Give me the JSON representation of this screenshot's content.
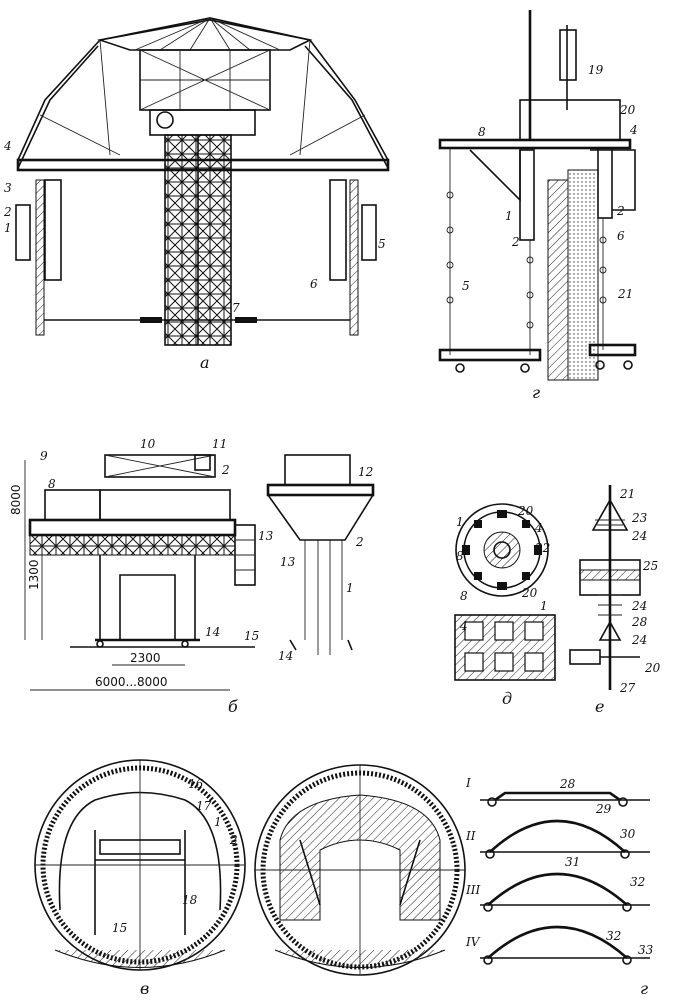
{
  "captions": {
    "a": "а",
    "b": "б",
    "v": "в",
    "g": "г",
    "d": "д",
    "e": "е",
    "z": "г"
  },
  "labels_a": [
    "1",
    "2",
    "3",
    "4",
    "5",
    "6",
    "7"
  ],
  "labels_g": [
    "19",
    "20",
    "8",
    "4",
    "1",
    "2",
    "6",
    "5",
    "21",
    "2"
  ],
  "labels_b": [
    "9",
    "10",
    "11",
    "2",
    "8",
    "13",
    "14",
    "15",
    "12",
    "2",
    "13",
    "1",
    "14"
  ],
  "dims_b": {
    "height": "8000",
    "mid": "1300",
    "inner": "2300",
    "outer": "6000...8000"
  },
  "labels_d": [
    "20",
    "4",
    "22",
    "1",
    "8",
    "20",
    "1",
    "8",
    "4"
  ],
  "labels_e": [
    "21",
    "23",
    "24",
    "25",
    "24",
    "28",
    "24",
    "20",
    "27"
  ],
  "labels_v": [
    "16",
    "17",
    "1",
    "2",
    "18",
    "15"
  ],
  "stages_z": [
    "I",
    "II",
    "III",
    "IV"
  ],
  "labels_z": [
    "28",
    "29",
    "30",
    "31",
    "32",
    "32",
    "33"
  ]
}
